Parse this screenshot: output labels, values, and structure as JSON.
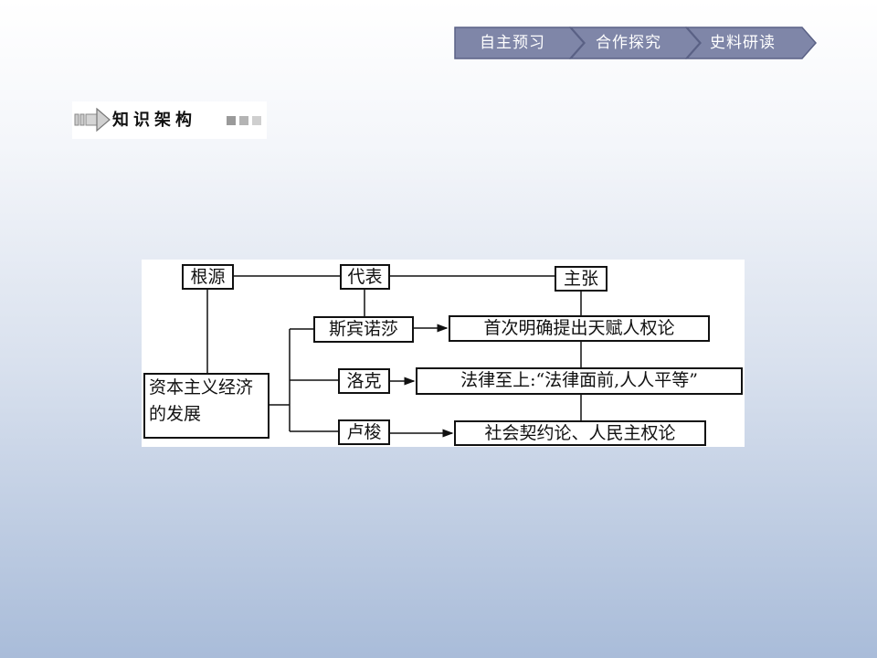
{
  "nav": {
    "tabs": [
      {
        "label": "自主预习"
      },
      {
        "label": "合作探究"
      },
      {
        "label": "史料研读"
      }
    ],
    "colors": {
      "tab_fill": "#7f86a8",
      "tab_border": "#5a6185",
      "text": "#ffffff"
    }
  },
  "section": {
    "title": "知识架构",
    "icon": "arrow-pointer-icon"
  },
  "diagram": {
    "headers": {
      "root": "根源",
      "representative": "代表",
      "claim": "主张"
    },
    "source": "资本主义经济的发展",
    "rows": [
      {
        "person": "斯宾诺莎",
        "claim": "首次明确提出天赋人权论"
      },
      {
        "person": "洛克",
        "claim": "法律至上:“法律面前,人人平等”"
      },
      {
        "person": "卢梭",
        "claim": "社会契约论、人民主权论"
      }
    ]
  }
}
